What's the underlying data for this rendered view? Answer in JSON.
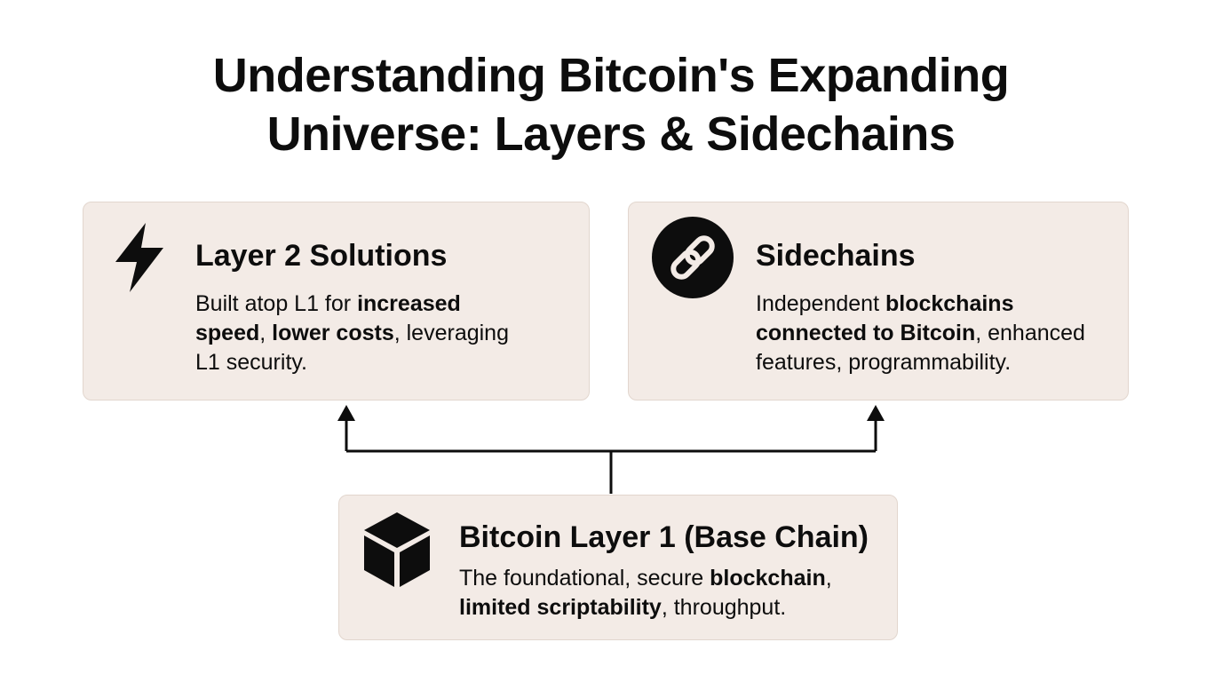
{
  "title": {
    "line1": "Understanding Bitcoin's Expanding",
    "line2": "Universe: Layers & Sidechains"
  },
  "layer2": {
    "icon": "lightning-bolt-icon",
    "title": "Layer 2 Solutions",
    "body": [
      [
        {
          "t": "Built atop L1 for "
        },
        {
          "t": "increased",
          "b": true
        }
      ],
      [
        {
          "t": "speed",
          "b": true
        },
        {
          "t": ", "
        },
        {
          "t": "lower costs",
          "b": true
        },
        {
          "t": ", leveraging"
        }
      ],
      [
        {
          "t": "L1 security."
        }
      ]
    ]
  },
  "sidechains": {
    "icon": "chain-link-icon",
    "title": "Sidechains",
    "body": [
      [
        {
          "t": "Independent "
        },
        {
          "t": "blockchains",
          "b": true
        }
      ],
      [
        {
          "t": "connected to Bitcoin",
          "b": true
        },
        {
          "t": ", enhanced"
        }
      ],
      [
        {
          "t": "features, programmability."
        }
      ]
    ]
  },
  "layer1": {
    "icon": "cube-icon",
    "title": "Bitcoin Layer 1 (Base Chain)",
    "body": [
      [
        {
          "t": "The foundational, secure "
        },
        {
          "t": "blockchain",
          "b": true
        },
        {
          "t": ","
        }
      ],
      [
        {
          "t": "limited scriptability",
          "b": true
        },
        {
          "t": ", throughput."
        }
      ]
    ]
  },
  "colors": {
    "card_fill": "#f3ebe6",
    "card_border": "#e2d6ce",
    "ink": "#0d0d0d"
  }
}
